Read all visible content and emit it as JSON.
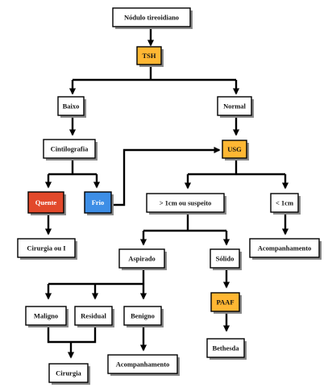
{
  "nodes": {
    "nodulo": "Nódulo tireoidiano",
    "tsh": "TSH",
    "baixo": "Baixo",
    "normal": "Normal",
    "cintilografia": "Cintilografia",
    "usg": "USG",
    "quente": "Quente",
    "frio": "Frio",
    "maior_1cm": "> 1cm ou suspeito",
    "menor_1cm": "< 1cm",
    "cirurgia_ou_i": "Cirurgia ou I",
    "acompanhamento_1": "Acompanhamento",
    "aspirado": "Aspirado",
    "solido": "Sólido",
    "paaf": "PAAF",
    "maligno": "Maligno",
    "residual": "Residual",
    "benigno": "Benigno",
    "cirurgia": "Cirurgia",
    "acompanhamento_2": "Acompanhamento",
    "bethesda": "Bethesda"
  },
  "colors": {
    "highlight_orange": "#ffb733",
    "highlight_red": "#e2492b",
    "highlight_blue": "#3d8ee6"
  }
}
